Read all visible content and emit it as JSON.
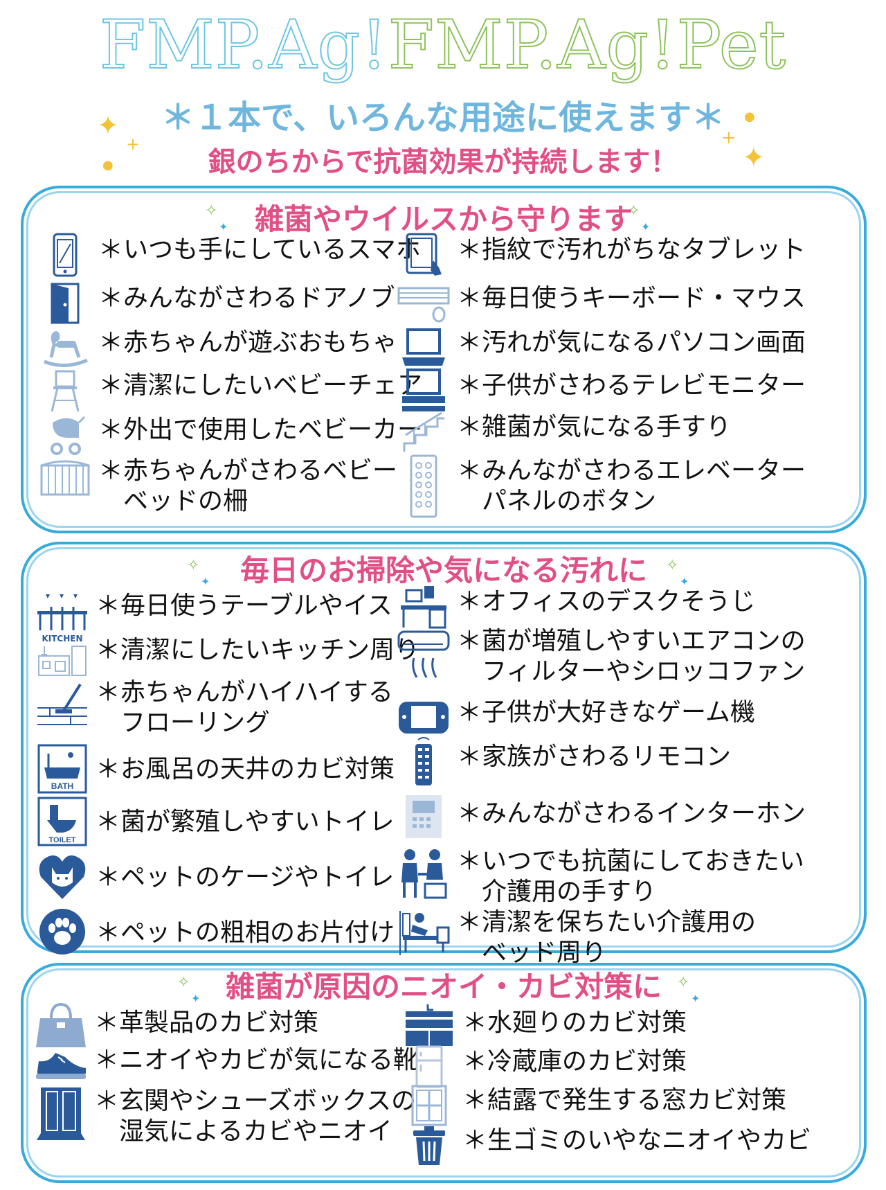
{
  "header": {
    "title_1": "FMP.Ag!",
    "title_2": "FMP.Ag!Pet",
    "tagline": "＊１本で、いろんな用途に使えます＊",
    "subline": "銀のちからで抗菌効果が持続します！"
  },
  "colors": {
    "title_blue": "#6fc6e2",
    "title_green": "#8dc35d",
    "tagline_blue": "#6fb6de",
    "accent_pink": "#e14f86",
    "frame_blue": "#37acdc",
    "icon_navy": "#2a5a9a",
    "sparkle_gold": "#f3c236"
  },
  "sections": [
    {
      "title": "雑菌やウイルスから守ります",
      "left": [
        {
          "icon": "smartphone-icon",
          "text": "＊いつも手にしているスマホ"
        },
        {
          "icon": "door-icon",
          "text": "＊みんながさわるドアノブ"
        },
        {
          "icon": "rocking-horse-icon",
          "text": "＊赤ちゃんが遊ぶおもちゃ"
        },
        {
          "icon": "high-chair-icon",
          "text": "＊清潔にしたいベビーチェア"
        },
        {
          "icon": "stroller-icon",
          "text": "＊外出で使用したベビーカー"
        },
        {
          "icon": "crib-icon",
          "text": "＊赤ちゃんがさわるベビー\nベッドの柵"
        }
      ],
      "right": [
        {
          "icon": "tablet-touch-icon",
          "text": "＊指紋で汚れがちなタブレット"
        },
        {
          "icon": "keyboard-mouse-icon",
          "text": "＊毎日使うキーボード・マウス"
        },
        {
          "icon": "laptop-icon",
          "text": "＊汚れが気になるパソコン画面"
        },
        {
          "icon": "tv-monitor-icon",
          "text": "＊子供がさわるテレビモニター"
        },
        {
          "icon": "stair-handrail-icon",
          "text": "＊雑菌が気になる手すり"
        },
        {
          "icon": "elevator-panel-icon",
          "text": "＊みんながさわるエレベーター\nパネルのボタン"
        }
      ]
    },
    {
      "title": "毎日のお掃除や気になる汚れに",
      "left": [
        {
          "icon": "dining-table-icon",
          "text": "＊毎日使うテーブルやイス"
        },
        {
          "icon": "kitchen-icon",
          "icon_label": "KITCHEN",
          "text": "＊清潔にしたいキッチン周り"
        },
        {
          "icon": "floor-mop-icon",
          "text": "＊赤ちゃんがハイハイする\nフローリング"
        },
        {
          "icon": "bath-icon",
          "icon_label": "BATH",
          "text": "＊お風呂の天井のカビ対策"
        },
        {
          "icon": "toilet-icon",
          "icon_label": "TOILET",
          "text": "＊菌が繁殖しやすいトイレ"
        },
        {
          "icon": "cat-heart-icon",
          "text": "＊ペットのケージやトイレ"
        },
        {
          "icon": "paw-icon",
          "text": "＊ペットの粗相のお片付け"
        }
      ],
      "right": [
        {
          "icon": "office-desk-icon",
          "text": "＊オフィスのデスクそうじ"
        },
        {
          "icon": "air-conditioner-icon",
          "text": "＊菌が増殖しやすいエアコンの\nフィルターやシロッコファン"
        },
        {
          "icon": "game-console-icon",
          "text": "＊子供が大好きなゲーム機"
        },
        {
          "icon": "remote-control-icon",
          "text": "＊家族がさわるリモコン"
        },
        {
          "icon": "intercom-icon",
          "text": "＊みんながさわるインターホン"
        },
        {
          "icon": "caregiver-icon",
          "text": "＊いつでも抗菌にしておきたい\n介護用の手すり"
        },
        {
          "icon": "care-bed-icon",
          "text": "＊清潔を保ちたい介護用の\nベッド周り"
        }
      ]
    },
    {
      "title": "雑菌が原因のニオイ・カビ対策に",
      "left": [
        {
          "icon": "handbag-icon",
          "text": "＊革製品のカビ対策"
        },
        {
          "icon": "sneaker-icon",
          "text": "＊ニオイやカビが気になる靴"
        },
        {
          "icon": "shoe-cabinet-icon",
          "text": "＊玄関やシューズボックスの\n湿気によるカビやニオイ"
        }
      ],
      "right": [
        {
          "icon": "sink-icon",
          "text": "＊水廻りのカビ対策"
        },
        {
          "icon": "refrigerator-icon",
          "text": "＊冷蔵庫のカビ対策"
        },
        {
          "icon": "window-icon",
          "text": "＊結露で発生する窓カビ対策"
        },
        {
          "icon": "trash-can-icon",
          "text": "＊生ゴミのいやなニオイやカビ"
        }
      ]
    }
  ]
}
